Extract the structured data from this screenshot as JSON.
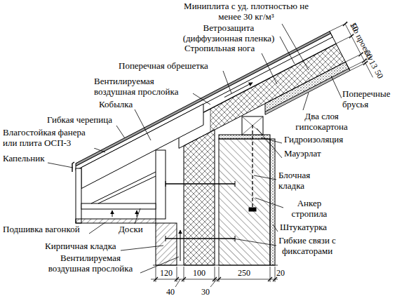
{
  "diagram": {
    "labels": [
      "Миниплита с уд. плотностью не менее 30 кг/м³",
      "Ветрозащита (диффузионная пленка)",
      "Стропильная нога",
      "Поперечная обрешетка",
      "Вентилируемая воздушная прослойка",
      "Кобылка",
      "Гибкая черепица",
      "Влагостойкая фанера или плита ОСП-3",
      "Капельник",
      "Поперечные брусья",
      "Два слоя гипсокартона",
      "Гидроизоляция",
      "Мауэрлат",
      "Блочная кладка",
      "Анкер стропила",
      "Штукатурка",
      "Гибкие связи с фиксаторами",
      "Подшивка вагонкой",
      "Доски",
      "Кирпичная кладка",
      "Вентилируемая воздушная прослойка",
      "50",
      "По проекту",
      "50",
      "13",
      "50",
      "120",
      "100",
      "250",
      "20",
      "40",
      "30"
    ]
  }
}
